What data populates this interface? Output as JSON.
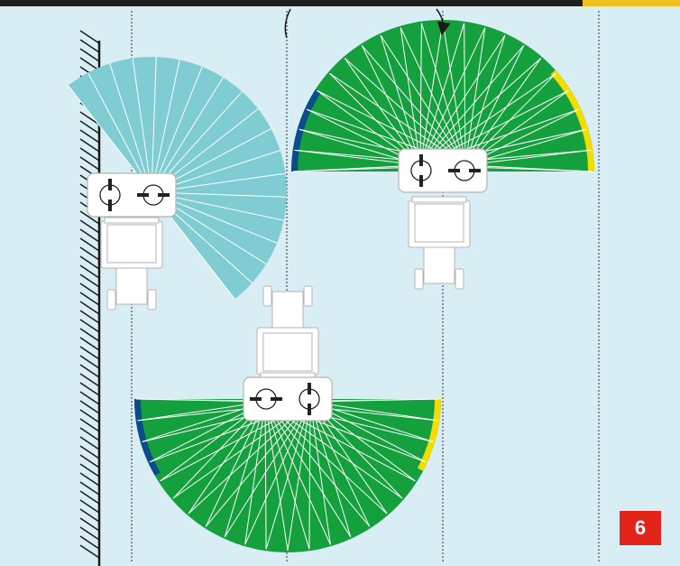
{
  "figure": {
    "badge_label": "6",
    "colors": {
      "background": "#d8edf4",
      "top_bar": "#1e1e1e",
      "top_right_accent": "#f1c21b",
      "badge": "#e2231a",
      "light_fan": "#7fcdd2",
      "green_fan": "#14a03c",
      "overlap_blue": "#0b4d8a",
      "overlap_yellow": "#f5dc00",
      "fan_line": "#ffffff",
      "wall": "#1a1a1a",
      "guide_line": "#333333",
      "machine": "#ffffff",
      "machine_outline": "#b5b5b5"
    },
    "icons": [
      "arrow-icon",
      "spreader-disc-icon",
      "tractor-icon",
      "field-wall-icon"
    ],
    "spreading_patterns": [
      {
        "id": "border",
        "shape": "quarter-sector",
        "color": "light_fan",
        "edge_bands": []
      },
      {
        "id": "top",
        "shape": "semicircle",
        "color": "green_fan",
        "edge_bands": [
          "overlap_blue",
          "overlap_yellow"
        ]
      },
      {
        "id": "bottom",
        "shape": "semicircle",
        "color": "green_fan",
        "edge_bands": [
          "overlap_blue",
          "overlap_yellow"
        ]
      }
    ]
  }
}
